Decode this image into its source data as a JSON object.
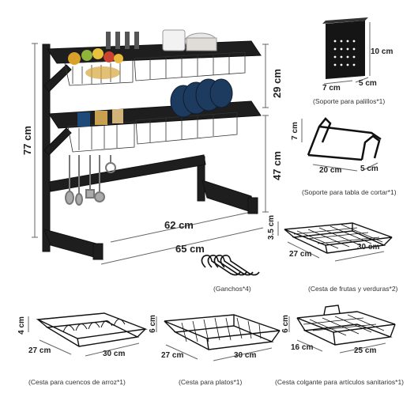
{
  "main_rack": {
    "dim_height_total": "77 cm",
    "dim_height_top": "29 cm",
    "dim_height_mid": "47 cm",
    "dim_width_inner": "62 cm",
    "dim_width_outer": "65 cm"
  },
  "accessories": [
    {
      "key": "chopstick_holder",
      "caption": "(Soporte para palillos*1)",
      "dims": [
        "10 cm",
        "7 cm",
        "5 cm"
      ]
    },
    {
      "key": "cutting_board_holder",
      "caption": "(Soporte para tabla de cortar*1)",
      "dims": [
        "7 cm",
        "20 cm",
        "5 cm"
      ]
    },
    {
      "key": "fruit_basket",
      "caption": "(Cesta de frutas y verduras*2)",
      "dims": [
        "3.5 cm",
        "27 cm",
        "30 cm"
      ]
    },
    {
      "key": "hooks",
      "caption": "(Ganchos*4)",
      "dims": []
    },
    {
      "key": "bowl_basket",
      "caption": "(Cesta para cuencos de arroz*1)",
      "dims": [
        "4 cm",
        "27 cm",
        "30 cm"
      ]
    },
    {
      "key": "plate_basket",
      "caption": "(Cesta para platos*1)",
      "dims": [
        "6 cm",
        "27 cm",
        "30 cm"
      ]
    },
    {
      "key": "hanging_basket",
      "caption": "(Cesta colgante para artículos sanitarios*1)",
      "dims": [
        "6 cm",
        "16 cm",
        "25 cm"
      ]
    }
  ]
}
